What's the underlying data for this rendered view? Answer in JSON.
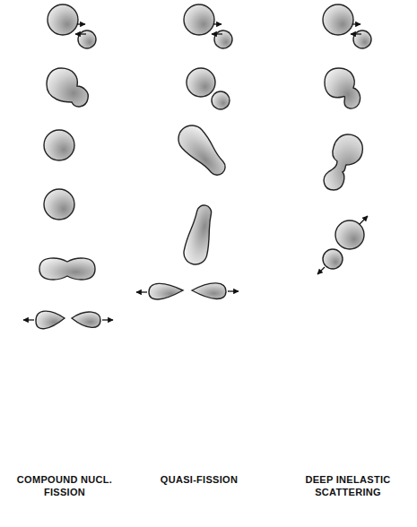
{
  "diagram": {
    "labels": [
      "COMPOUND NUCL. FISSION",
      "QUASI-FISSION",
      "DEEP INELASTIC SCATTERING"
    ]
  }
}
